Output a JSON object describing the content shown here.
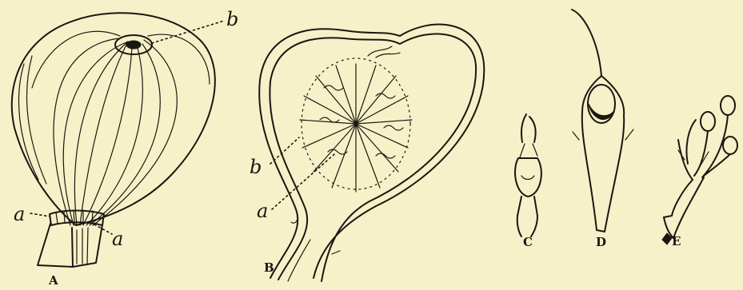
{
  "figures": [
    {
      "id": "A",
      "label": "A",
      "parts": [
        "a",
        "a",
        "b"
      ]
    },
    {
      "id": "B",
      "label": "B",
      "parts": [
        "a",
        "b"
      ]
    },
    {
      "id": "C",
      "label": "C"
    },
    {
      "id": "D",
      "label": "D"
    },
    {
      "id": "E",
      "label": "E"
    }
  ],
  "style": {
    "paper_color": "#f6f1c8",
    "ink_color": "#1a1712"
  }
}
